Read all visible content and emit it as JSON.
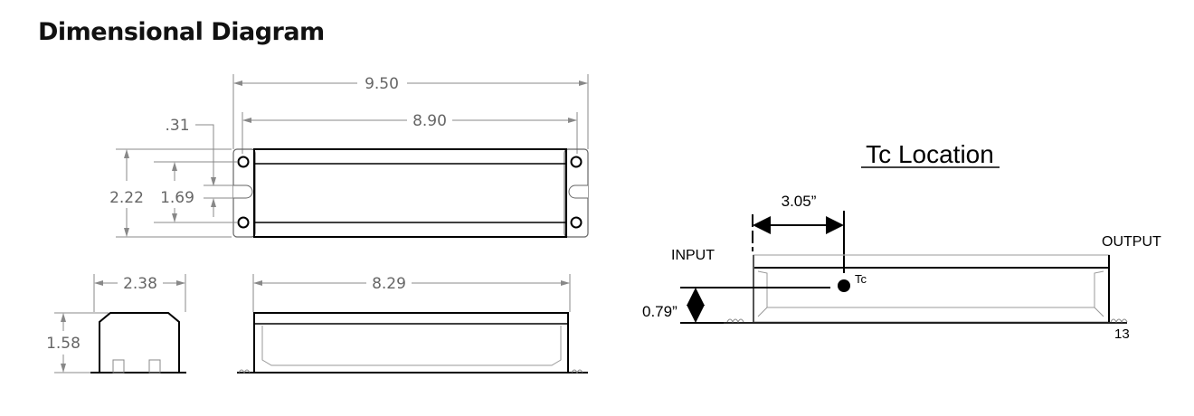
{
  "title": "Dimensional Diagram",
  "top_view": {
    "overall_length": "9.50",
    "mount_spacing": "8.90",
    "slot_offset": ".31",
    "overall_width": "2.22",
    "mount_width_spacing": "1.69"
  },
  "end_view": {
    "width": "2.38",
    "height": "1.58"
  },
  "side_view": {
    "body_length": "8.29"
  },
  "tc_location": {
    "title": "Tc Location",
    "horizontal_dim": "3.05”",
    "vertical_dim": "0.79”",
    "input_label": "INPUT",
    "output_label": "OUTPUT",
    "tc_label": "Tc",
    "page_number": "13"
  }
}
